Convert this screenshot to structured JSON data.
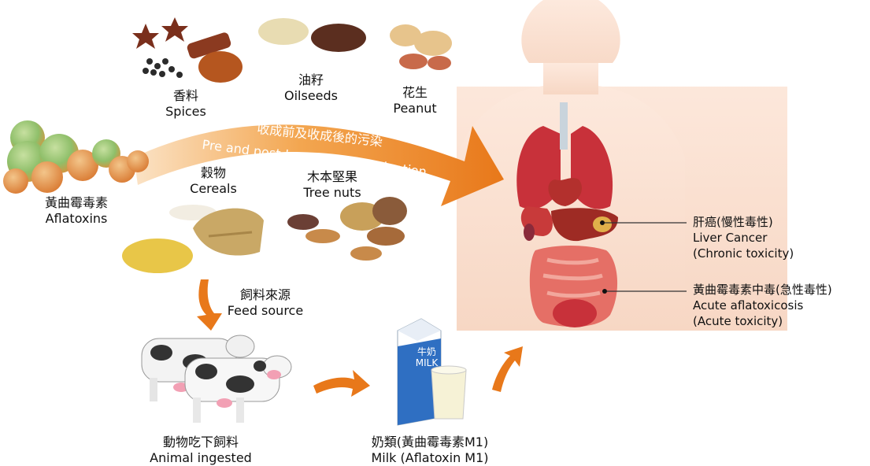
{
  "sources": {
    "spices": {
      "zh": "香料",
      "en": "Spices"
    },
    "oilseeds": {
      "zh": "油籽",
      "en": "Oilseeds"
    },
    "peanut": {
      "zh": "花生",
      "en": "Peanut"
    },
    "aflatoxins": {
      "zh": "黃曲霉毒素",
      "en": "Aflatoxins"
    },
    "cereals": {
      "zh": "穀物",
      "en": "Cereals"
    },
    "tree_nuts": {
      "zh": "木本堅果",
      "en": "Tree nuts"
    }
  },
  "contamination": {
    "zh": "收成前及收成後的污染",
    "en": "Pre and post-harvest contamination"
  },
  "feed_source": {
    "zh": "飼料來源",
    "en": "Feed source"
  },
  "animal": {
    "zh": "動物吃下飼料",
    "en": "Animal ingested"
  },
  "milk": {
    "zh": "奶類(黃曲霉毒素M1)",
    "en": "Milk (Aflatoxin M1)"
  },
  "carton_text": {
    "zh": "牛奶",
    "en": "MILK"
  },
  "liver": {
    "l1": "肝癌(慢性毒性)",
    "l2": "Liver Cancer",
    "l3": "(Chronic toxicity)"
  },
  "acute": {
    "l1": "黃曲霉毒素中毒(急性毒性)",
    "l2": "Acute aflatoxicosis",
    "l3": "(Acute toxicity)"
  },
  "colors": {
    "arrow": "#e8781a",
    "body": "#f8dccb",
    "organ_red": "#c8313a"
  }
}
